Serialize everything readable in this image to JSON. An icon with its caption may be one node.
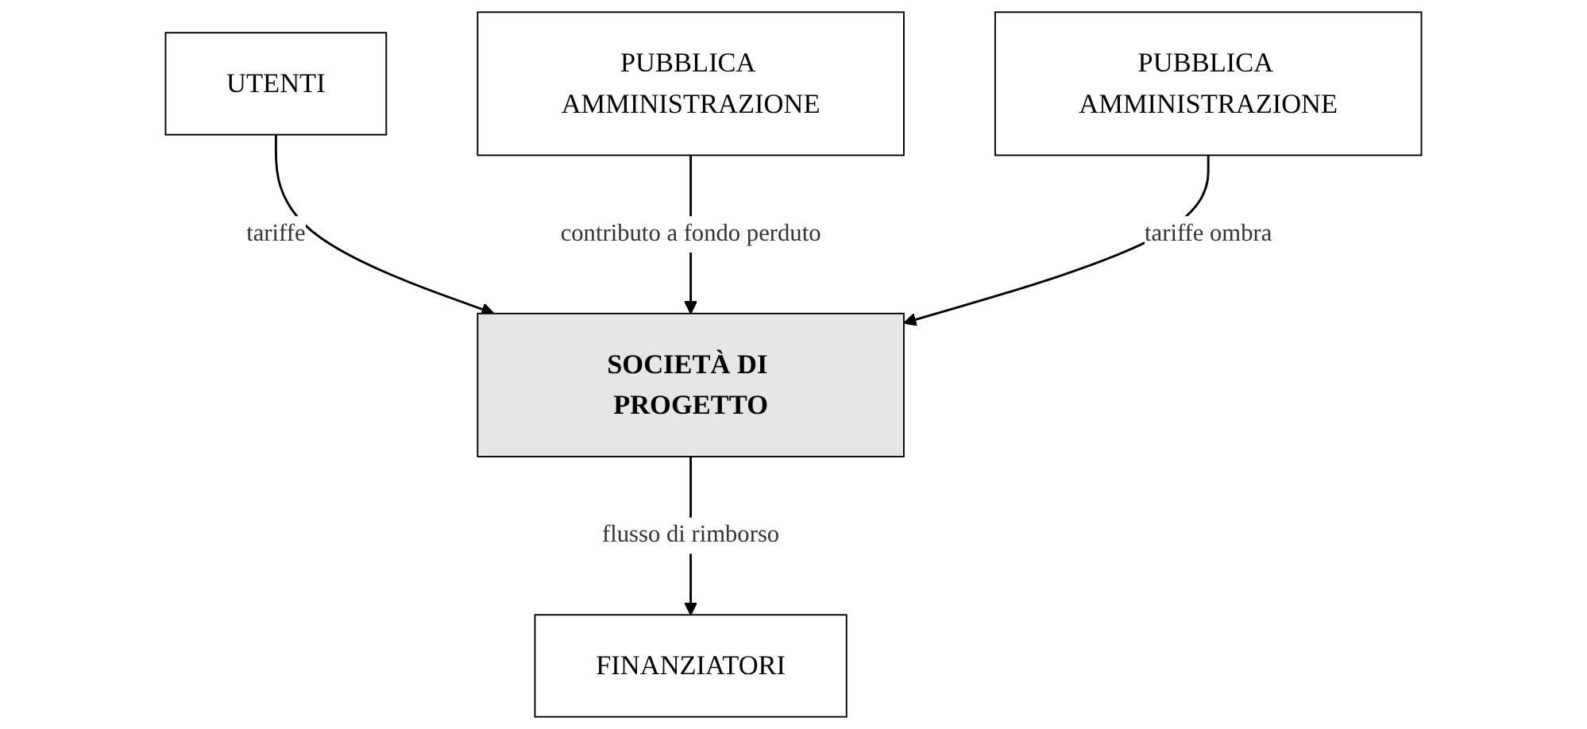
{
  "diagram": {
    "nodes": [
      {
        "text": [
          "UTENTI"
        ]
      },
      {
        "text": [
          "SOCIETÀ DI PROGETTO"
        ]
      },
      {
        "text": [
          "FINANZIATORI"
        ]
      },
      {
        "text": [
          "PUBBLICA AMMINISTRAZIONE"
        ]
      },
      {
        "text": [
          "PUBBLICA AMMINISTRAZIONE"
        ]
      }
    ],
    "edges": [
      {
        "from": 0,
        "to": 1,
        "arrow": "to",
        "label": "tariffe"
      },
      {
        "from": 1,
        "to": 2,
        "arrow": "to",
        "label": "flusso di rimborso"
      },
      {
        "from": 3,
        "to": 1,
        "arrow": "to",
        "label": "contributo a fondo perduto"
      },
      {
        "from": 4,
        "to": 1,
        "arrow": "to",
        "label": "tariffe ombra"
      }
    ]
  }
}
